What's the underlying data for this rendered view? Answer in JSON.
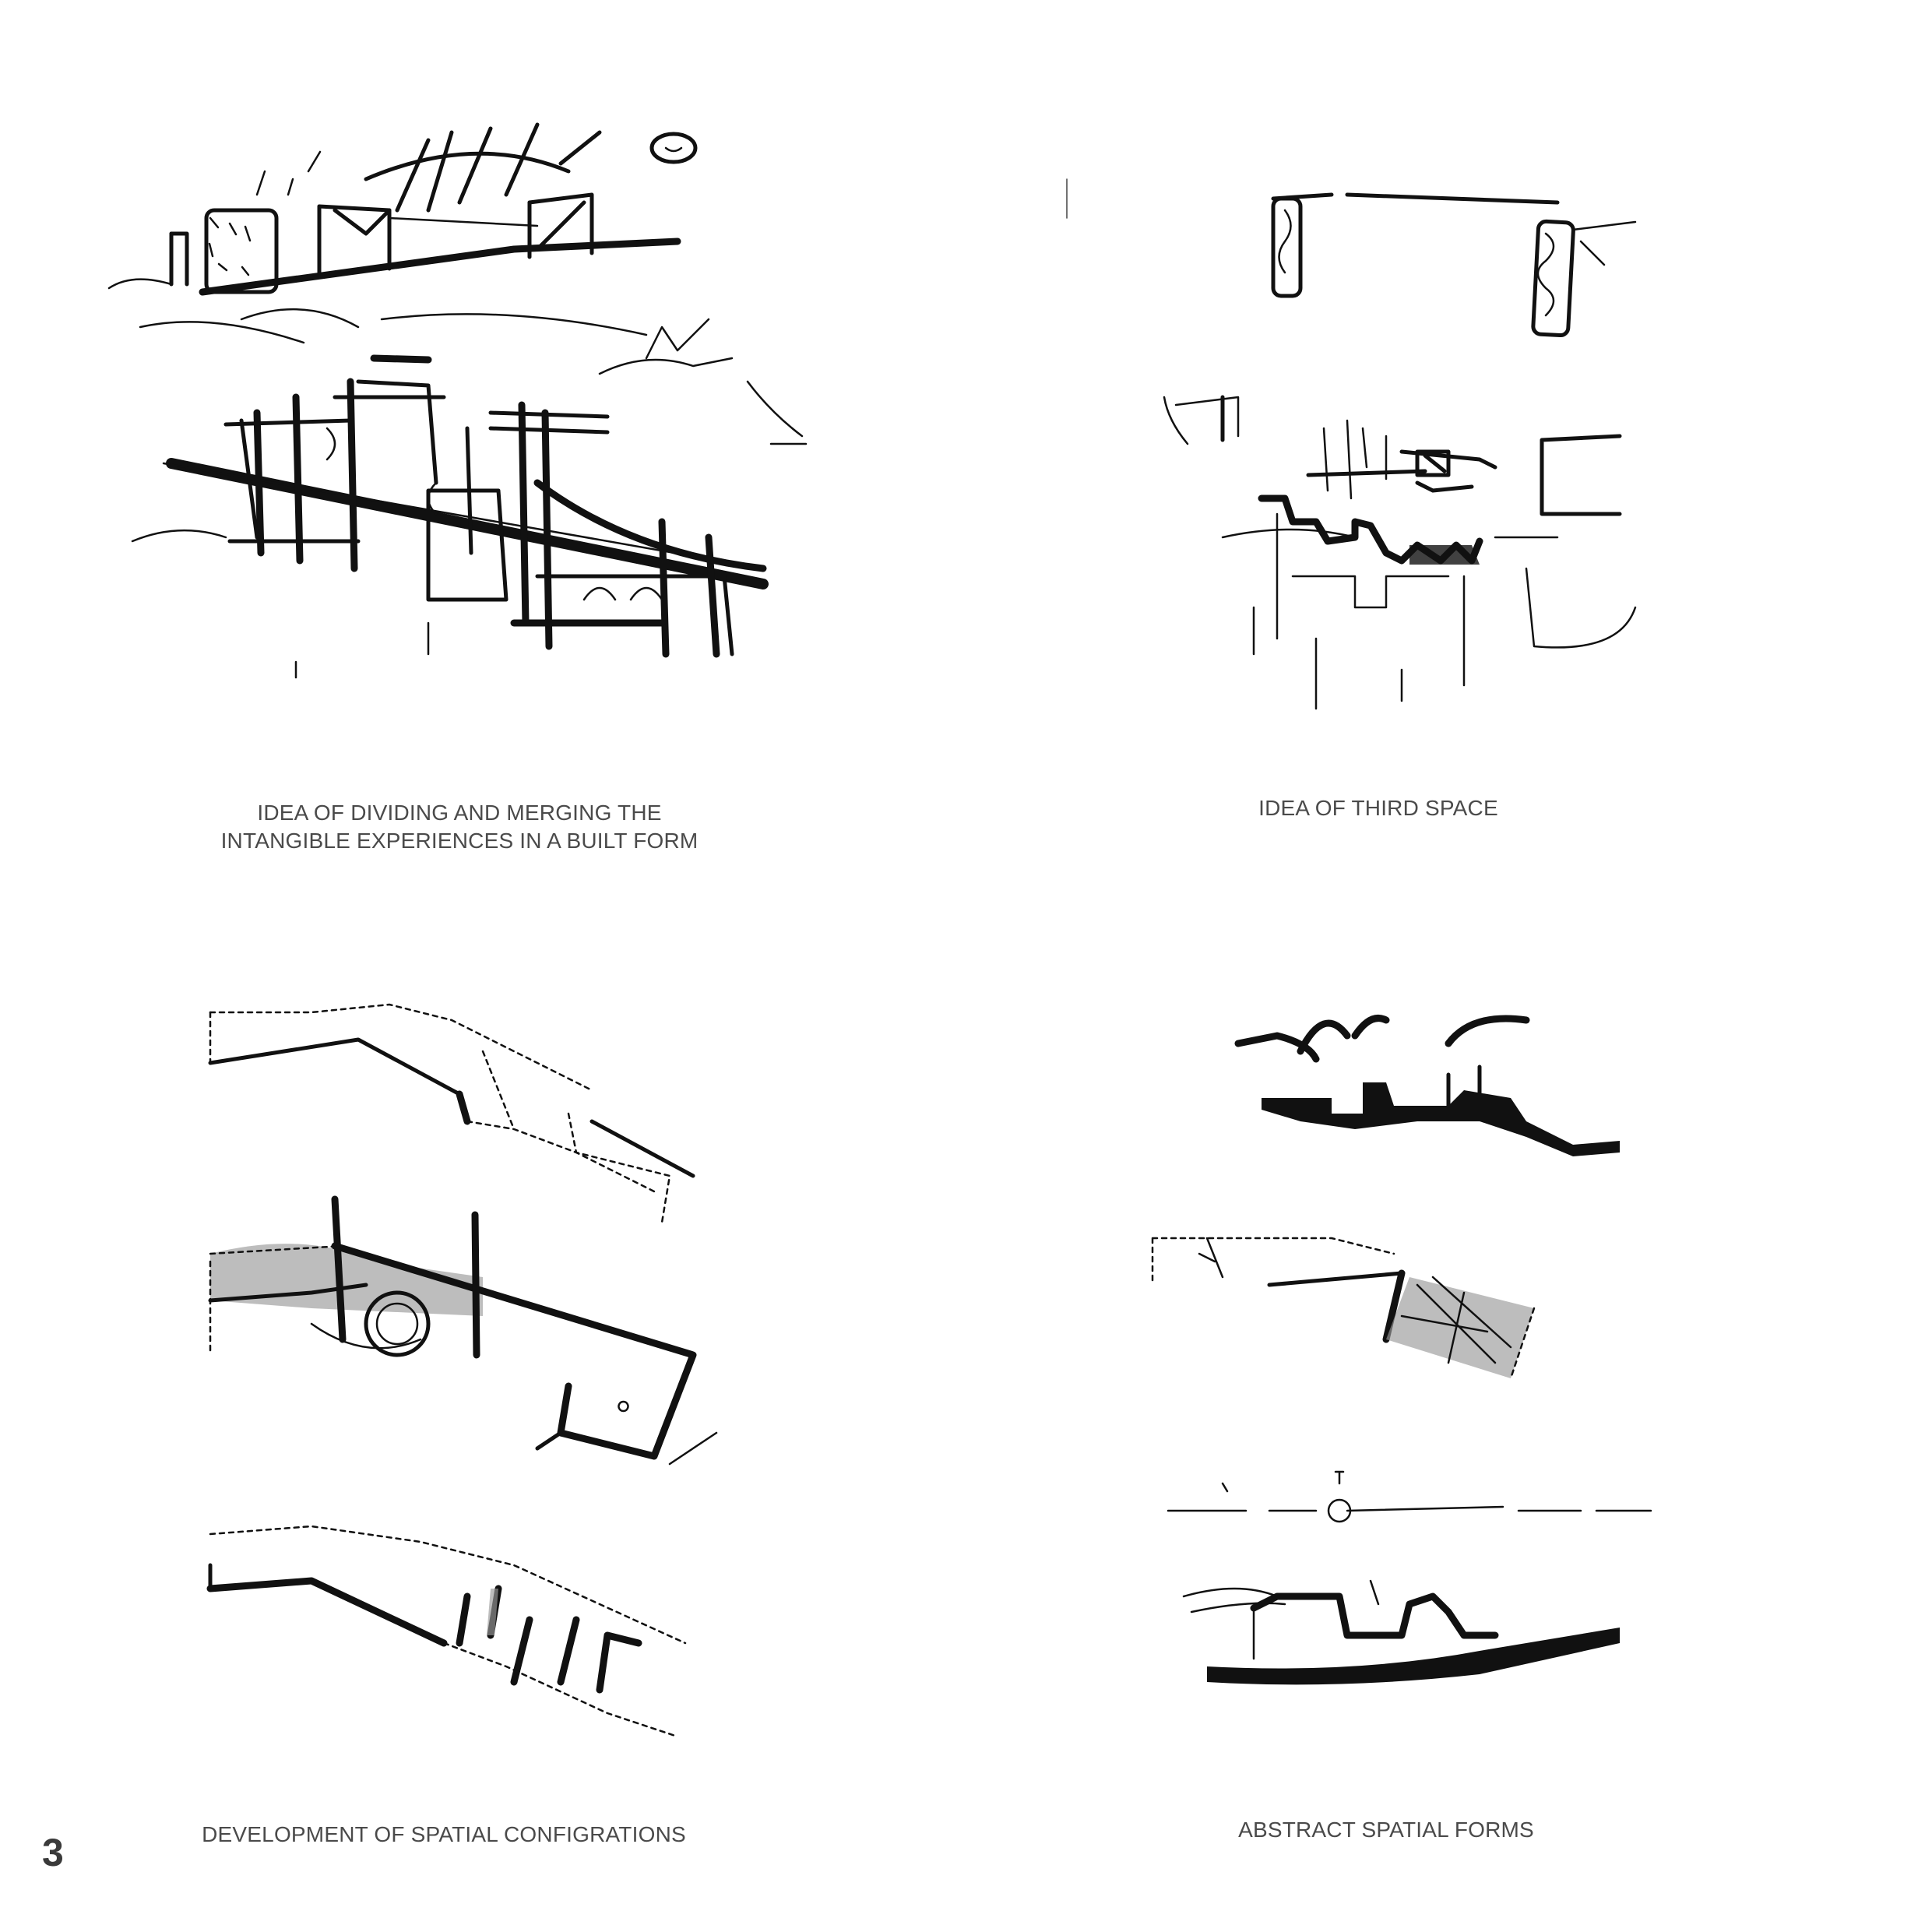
{
  "captions": {
    "top_left_line1": "IDEA OF DIVIDING AND MERGING THE",
    "top_left_line2": "INTANGIBLE EXPERIENCES IN A BUILT FORM",
    "top_right": "IDEA OF THIRD SPACE",
    "bottom_left": "DEVELOPMENT OF SPATIAL CONFIGRATIONS",
    "bottom_right": "ABSTRACT SPATIAL FORMS"
  },
  "page_number": "3",
  "ink_color": "#111111",
  "caption_color": "#4a4a4a"
}
